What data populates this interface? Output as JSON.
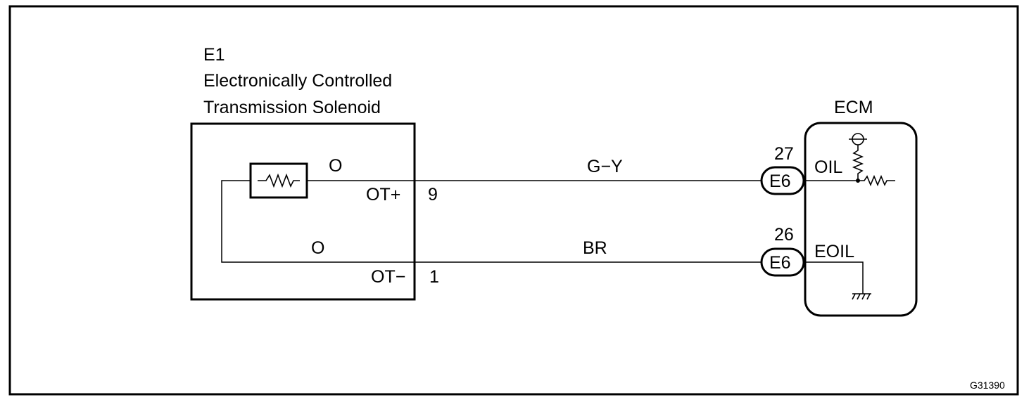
{
  "component": {
    "code": "E1",
    "name_line1": "Electronically Controlled",
    "name_line2": "Transmission Solenoid"
  },
  "ecm": {
    "label": "ECM"
  },
  "circuits": [
    {
      "wire_color": "G−Y",
      "sensor_wire_color": "O",
      "component_terminal": "OT+",
      "component_pin": "9",
      "ecm_pin": "27",
      "ecm_connector": "E6",
      "ecm_terminal": "OIL"
    },
    {
      "wire_color": "BR",
      "sensor_wire_color": "O",
      "component_terminal": "OT−",
      "component_pin": "1",
      "ecm_pin": "26",
      "ecm_connector": "E6",
      "ecm_terminal": "EOIL"
    }
  ],
  "figure_code": "G31390"
}
